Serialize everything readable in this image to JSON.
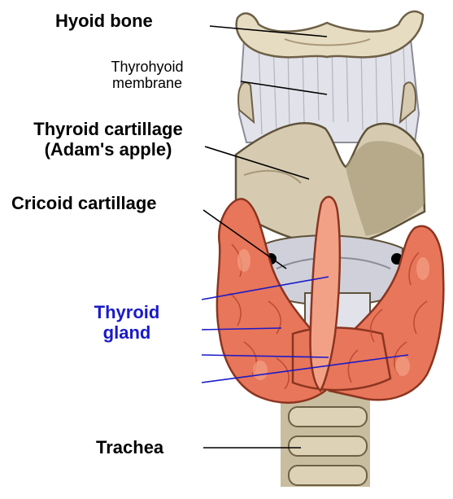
{
  "labels": {
    "hyoid_bone": "Hyoid bone",
    "thyrohyoid_line1": "Thyrohyoid",
    "thyrohyoid_line2": "membrane",
    "thyroid_cartilage_line1": "Thyroid cartillage",
    "thyroid_cartilage_line2": "(Adam's apple)",
    "cricoid_cartilage": "Cricoid cartillage",
    "thyroid_gland_line1": "Thyroid",
    "thyroid_gland_line2": "gland",
    "trachea": "Trachea"
  },
  "colors": {
    "bone": "#e6dcc2",
    "bone_dark": "#a89878",
    "membrane": "#e2e2ea",
    "membrane_fiber": "#b4b4c0",
    "cartilage": "#d6cbb0",
    "cartilage_shadow": "#a69878",
    "gland": "#e8765a",
    "gland_dark": "#b8462c",
    "gland_light": "#f3a186",
    "trachea_ring": "#ddd2b6",
    "blue_label": "#1a1ac8",
    "black": "#000000"
  }
}
